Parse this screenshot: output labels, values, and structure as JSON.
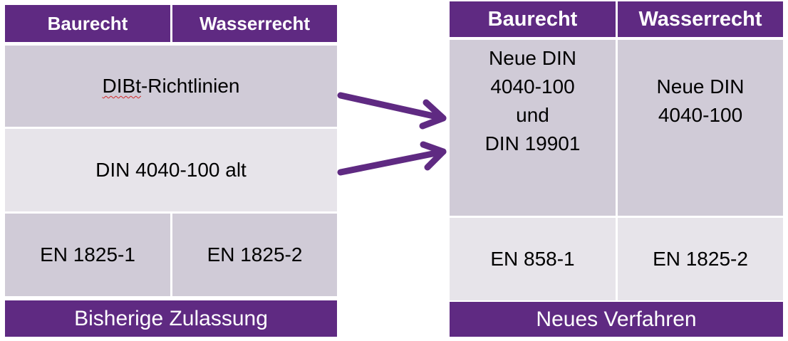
{
  "left_table": {
    "headers": [
      "Baurecht",
      "Wasserrecht"
    ],
    "row1": "DIBt-Richtlinien",
    "row2": "DIN 4040-100 alt",
    "row3": [
      "EN 1825-1",
      "EN 1825-2"
    ],
    "footer": "Bisherige Zulassung"
  },
  "right_table": {
    "headers": [
      "Baurecht",
      "Wasserrecht"
    ],
    "row1": [
      "Neue DIN\n4040-100\nund\nDIN 19901",
      "Neue DIN\n4040-100"
    ],
    "row2": [
      "EN 858-1",
      "EN 1825-2"
    ],
    "footer": "Neues Verfahren"
  },
  "colors": {
    "header": "#5f2a82",
    "dark_row": "#d0cbd7",
    "light_row": "#e7e4ea",
    "arrow": "#5f2a82"
  }
}
